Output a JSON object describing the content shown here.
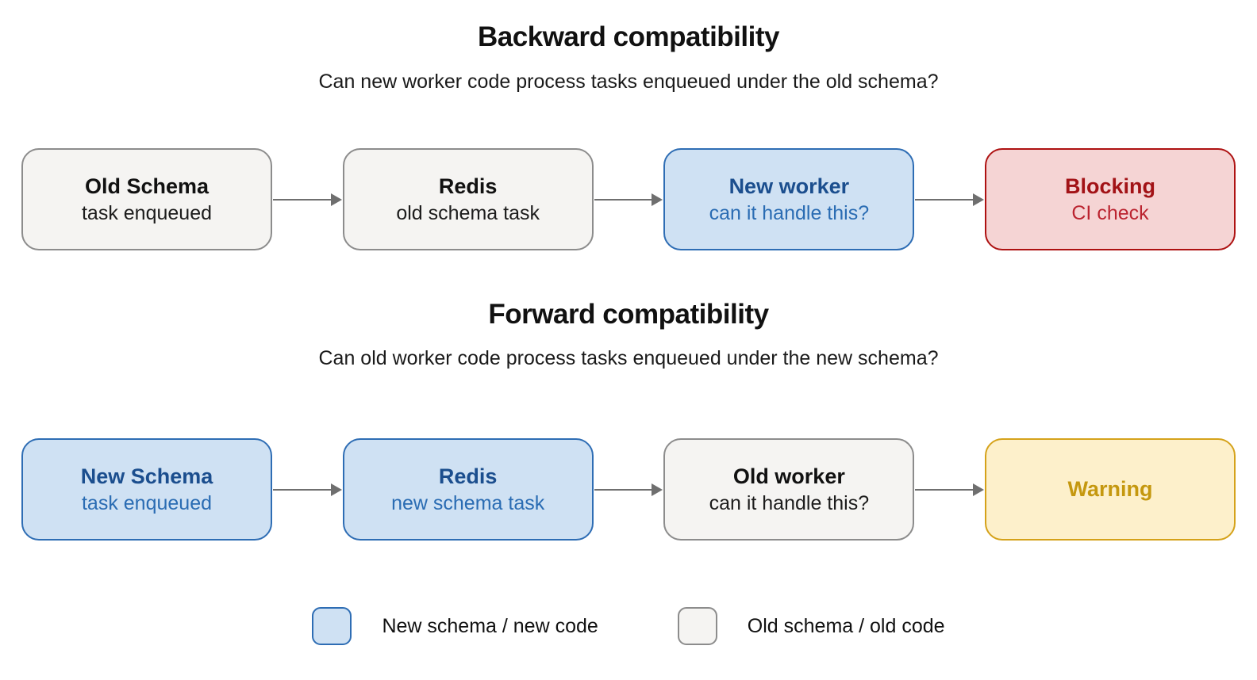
{
  "sections": [
    {
      "title": "Backward compatibility",
      "subtitle": "Can new worker code process tasks enqueued under the old schema?",
      "nodes": [
        {
          "title": "Old Schema",
          "subtitle": "task enqueued",
          "variant": "old"
        },
        {
          "title": "Redis",
          "subtitle": "old schema task",
          "variant": "old"
        },
        {
          "title": "New worker",
          "subtitle": "can it handle this?",
          "variant": "new"
        },
        {
          "title": "Blocking",
          "subtitle": "CI check",
          "variant": "blocking"
        }
      ]
    },
    {
      "title": "Forward compatibility",
      "subtitle": "Can old worker code process tasks enqueued under the new schema?",
      "nodes": [
        {
          "title": "New Schema",
          "subtitle": "task enqueued",
          "variant": "new"
        },
        {
          "title": "Redis",
          "subtitle": "new schema task",
          "variant": "new"
        },
        {
          "title": "Old worker",
          "subtitle": "can it handle this?",
          "variant": "old"
        },
        {
          "title": "Warning",
          "subtitle": "",
          "variant": "warning"
        }
      ]
    }
  ],
  "legend": {
    "items": [
      {
        "label": "New schema / new code",
        "variant": "new"
      },
      {
        "label": "Old schema / old code",
        "variant": "old"
      }
    ]
  },
  "colors": {
    "new_fill": "#cfe1f3",
    "new_border": "#2e6db4",
    "new_title": "#1b4e8e",
    "new_body": "#2a6cb3",
    "old_fill": "#f5f4f2",
    "old_border": "#8c8c8c",
    "old_title": "#111111",
    "old_body": "#1c1c1c",
    "blocking_fill": "#f5d4d4",
    "blocking_border": "#ae1212",
    "blocking_title": "#a21216",
    "blocking_body": "#bb2430",
    "warning_fill": "#fdf0cb",
    "warning_border": "#d5a21a",
    "warning_title": "#c5980f",
    "arrow": "#6f6f6f",
    "background": "#ffffff"
  }
}
